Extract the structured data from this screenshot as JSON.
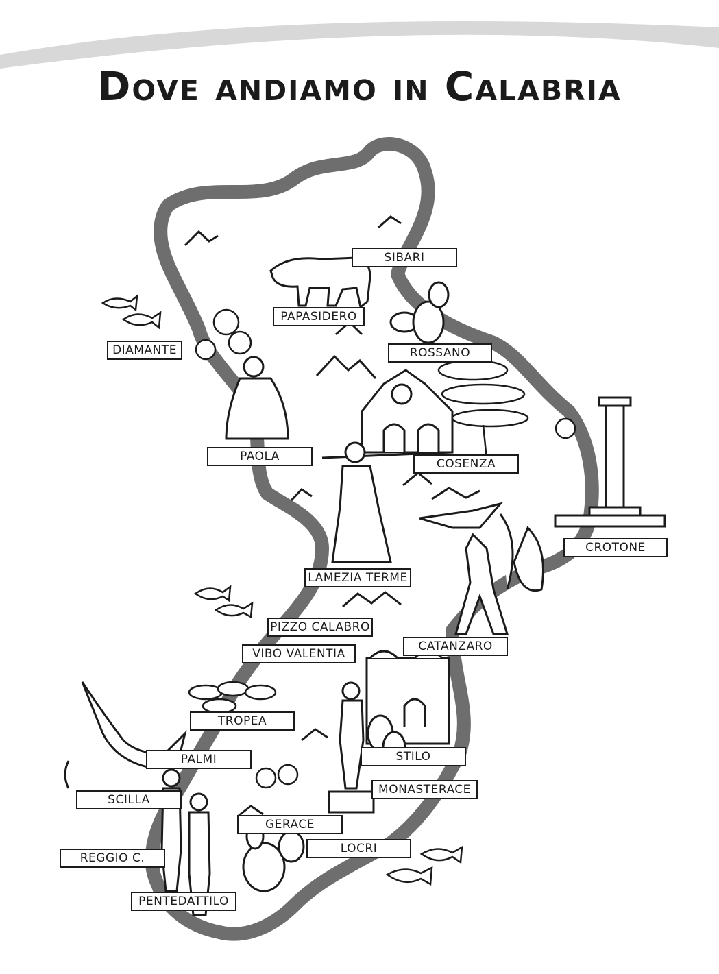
{
  "title": "Dove andiamo in Calabria",
  "map": {
    "region": "Calabria",
    "places": [
      {
        "id": "sibari",
        "label": "SIBARI",
        "icon": "bull-icon"
      },
      {
        "id": "papasidero",
        "label": "PAPASIDERO",
        "icon": "bull-icon"
      },
      {
        "id": "rossano",
        "label": "ROSSANO",
        "icon": "prickly-pear-icon"
      },
      {
        "id": "diamante",
        "label": "DIAMANTE",
        "icon": "chili-pepper-icon"
      },
      {
        "id": "paola",
        "label": "PAOLA",
        "icon": "saint-icon"
      },
      {
        "id": "cosenza",
        "label": "COSENZA",
        "icon": "cathedral-icon"
      },
      {
        "id": "crotone",
        "label": "CROTONE",
        "icon": "column-icon"
      },
      {
        "id": "lamezia",
        "label": "LAMEZIA TERME",
        "icon": "woman-costume-icon"
      },
      {
        "id": "pizzo",
        "label": "PIZZO CALABRO",
        "icon": "fish-icon"
      },
      {
        "id": "vibo",
        "label": "VIBO VALENTIA",
        "icon": "leaves-icon"
      },
      {
        "id": "catanzaro",
        "label": "CATANZARO",
        "icon": "archer-icon"
      },
      {
        "id": "tropea",
        "label": "TROPEA",
        "icon": "onion-icon"
      },
      {
        "id": "palmi",
        "label": "PALMI",
        "icon": "swordfish-icon"
      },
      {
        "id": "stilo",
        "label": "STILO",
        "icon": "church-icon"
      },
      {
        "id": "scilla",
        "label": "SCILLA",
        "icon": "swordfish-icon"
      },
      {
        "id": "monasterace",
        "label": "MONASTERACE",
        "icon": "statue-icon"
      },
      {
        "id": "gerace",
        "label": "GERACE",
        "icon": "cactus-icon"
      },
      {
        "id": "locri",
        "label": "LOCRI",
        "icon": "fish-icon"
      },
      {
        "id": "reggio",
        "label": "REGGIO C.",
        "icon": "bronzes-icon"
      },
      {
        "id": "pentedattilo",
        "label": "PENTEDATTILO",
        "icon": "bronzes-icon"
      }
    ]
  },
  "colors": {
    "ink": "#1b1b1b",
    "coast": "#6e6e6e",
    "banner": "#d8d8d8"
  }
}
